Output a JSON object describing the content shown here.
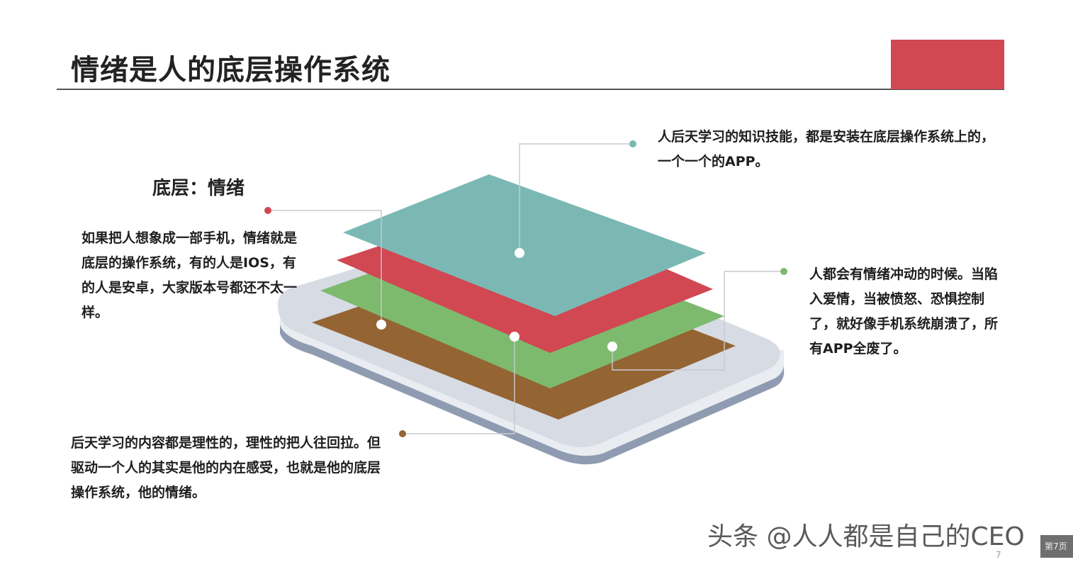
{
  "title": "情绪是人的底层操作系统",
  "heading_bottom_layer": "底层：情绪",
  "text_left": "如果把人想象成一部手机，情绪就是底层的操作系统，有的人是IOS，有的人是安卓，大家版本号都还不太一样。",
  "text_top_right": "人后天学习的知识技能，都是安装在底层操作系统上的，一个一个的APP。",
  "text_right": "人都会有情绪冲动的时候。当陷入爱情，当被愤怒、恐惧控制了，就好像手机系统崩溃了，所有APP全废了。",
  "text_bottom": "后天学习的内容都是理性的，理性的把人往回拉。但驱动一个人的其实是他的内在感受，也就是他的底层操作系统，他的情绪。",
  "watermark": "头条 @人人都是自己的CEO",
  "page_number": "7",
  "page_tag": "第7页",
  "colors": {
    "accent_red": "#d14752",
    "teal_layer": "#7bb8b4",
    "red_layer": "#d14752",
    "green_layer": "#7dba6e",
    "brown_layer": "#946433",
    "phone_body": "#d6dbe4",
    "phone_edge": "#8f9bb0",
    "line_gray": "#c6cbd1"
  }
}
